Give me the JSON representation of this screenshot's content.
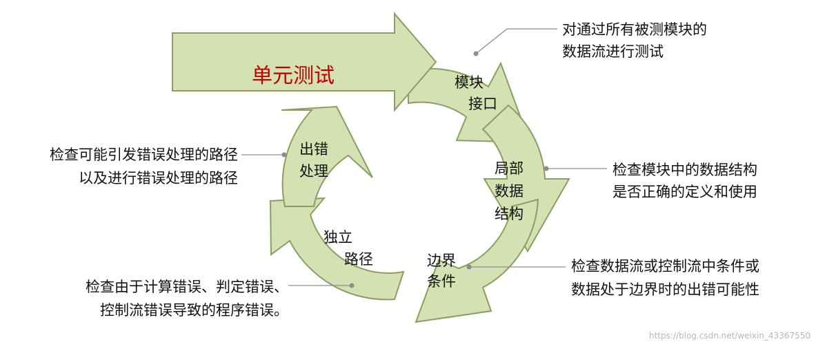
{
  "title": "单元测试",
  "segments": [
    {
      "id": "module-interface",
      "lines": [
        "模块",
        "接口"
      ]
    },
    {
      "id": "local-data-structure",
      "lines": [
        "局部",
        "数据",
        "结构"
      ]
    },
    {
      "id": "boundary-conditions",
      "lines": [
        "边界",
        "条件"
      ]
    },
    {
      "id": "independent-paths",
      "lines": [
        "独立",
        "路径"
      ]
    },
    {
      "id": "error-handling",
      "lines": [
        "出错",
        "处理"
      ]
    }
  ],
  "annotations": {
    "module-interface": [
      "对通过所有被测模块的",
      "数据流进行测试"
    ],
    "local-data-structure": [
      "检查模块中的数据结构",
      "是否正确的定义和使用"
    ],
    "boundary-conditions": [
      "检查数据流或控制流中条件或",
      "数据处于边界时的出错可能性"
    ],
    "independent-paths": [
      "检查由于计算错误、判定错误、",
      "控制流错误导致的程序错误。"
    ],
    "error-handling": [
      "检查可能引发错误处理的路径",
      "以及进行错误处理的路径"
    ]
  },
  "watermark": "https://blog.csdn.net/weixin_43367550",
  "colors": {
    "fill": "#d3e1b3",
    "stroke": "#8a9e61",
    "title": "#c00000",
    "leader": "#8c8c8c"
  }
}
